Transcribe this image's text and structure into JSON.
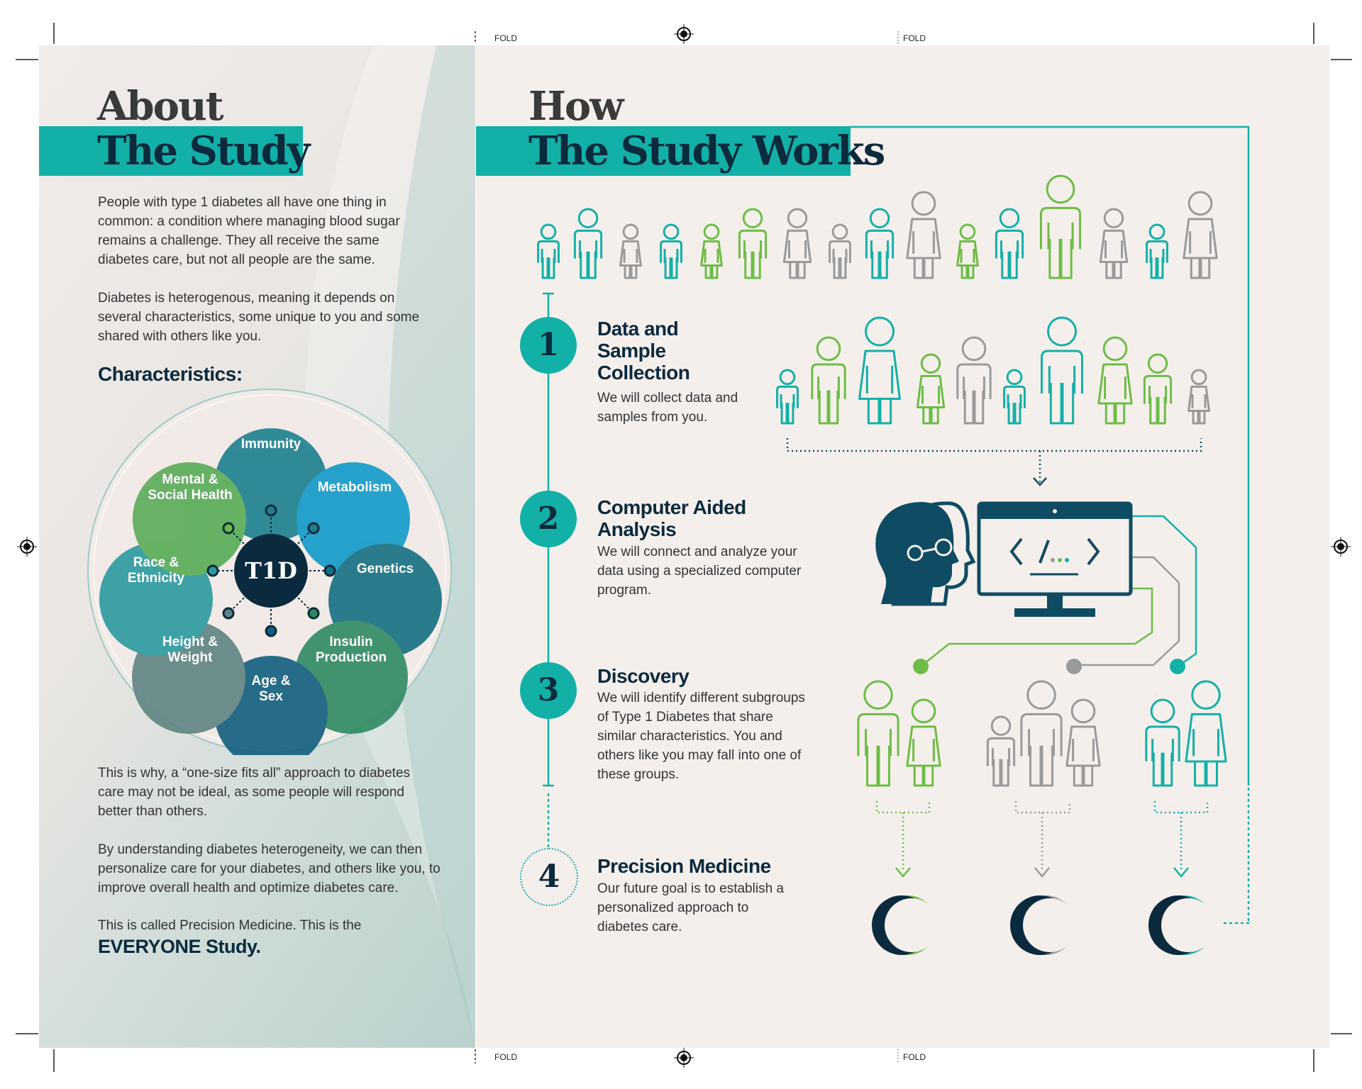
{
  "fold_label": "FOLD",
  "about": {
    "title_line1": "About",
    "title_line2": "The Study",
    "paragraph1": "People with type 1 diabetes all have one thing in common: a condition where managing blood sugar remains a challenge. They all receive the same diabetes care, but not all people are the same.",
    "paragraph2": "Diabetes is heterogenous, meaning it depends on several characteristics, some unique to you and some shared with others like you.",
    "characteristics_heading": "Characteristics:",
    "center_label": "T1D",
    "characteristics": [
      {
        "label": "Immunity",
        "color": "#1c7f8f"
      },
      {
        "label": "Metabolism",
        "color": "#0f9ac9"
      },
      {
        "label": "Genetics",
        "color": "#156f82"
      },
      {
        "label": "Insulin Production",
        "color": "#2e8a61"
      },
      {
        "label": "Age & Sex",
        "color": "#115e7d"
      },
      {
        "label": "Height & Weight",
        "color": "#5e8482"
      },
      {
        "label": "Race & Ethnicity",
        "color": "#2b9aa0"
      },
      {
        "label": "Mental & Social Health",
        "color": "#59ab56"
      }
    ],
    "paragraph3": "This is why, a “one-size fits all” approach to diabetes care may not be ideal, as some people will respond better than others.",
    "paragraph4": "By understanding diabetes heterogeneity, we can then personalize care for your diabetes, and others like you, to improve overall health and optimize diabetes care.",
    "paragraph5": "This is called Precision Medicine. This is the",
    "study_name": "EVERYONE Study."
  },
  "how": {
    "title_line1": "How",
    "title_line2": "The Study Works",
    "steps": [
      {
        "number": "1",
        "title": "Data and Sample Collection",
        "text": "We will collect data and samples from you."
      },
      {
        "number": "2",
        "title": "Computer Aided Analysis",
        "text": "We will connect and analyze your data using a specialized computer program."
      },
      {
        "number": "3",
        "title": "Discovery",
        "text": "We will identify different subgroups of Type 1 Diabetes that share similar characteristics. You and others like you may fall into one of these groups."
      },
      {
        "number": "4",
        "title": "Precision Medicine",
        "text": "Our future goal is to establish a personalized approach to diabetes care."
      }
    ]
  },
  "colors": {
    "teal": "#13b0a8",
    "green": "#6cbd45",
    "gray": "#9a9a9a",
    "navy": "#0b2a3e",
    "dark_teal": "#0f4c63"
  }
}
